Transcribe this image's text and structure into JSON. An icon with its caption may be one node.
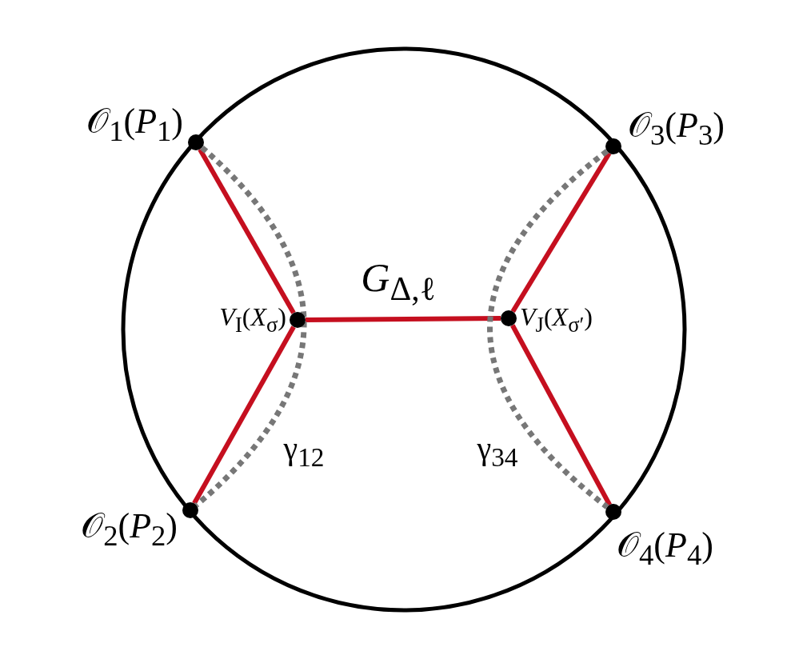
{
  "diagram": {
    "nodes": [
      {
        "text": [
          "𝒪$_{1}$(*P*$_{1}$)"
        ]
      },
      {
        "text": [
          "𝒪$_{2}$(*P*$_{2}$)"
        ]
      },
      {
        "text": [
          "*V*$_{I}$(*X*$_{σ}$)"
        ]
      },
      {
        "text": [
          "*V*$_{J}$(*X*$_{σ′}$)"
        ]
      },
      {
        "text": [
          "𝒪$_{3}$(*P*$_{3}$)"
        ]
      },
      {
        "text": [
          "𝒪$_{4}$(*P*$_{4}$)"
        ]
      }
    ],
    "edges": [
      {
        "from": 0,
        "to": 2,
        "arrow": "none"
      },
      {
        "from": 1,
        "to": 2,
        "arrow": "none"
      },
      {
        "from": 2,
        "to": 3,
        "arrow": "none",
        "label": "*G*$_{Δ,ℓ}$"
      },
      {
        "from": 3,
        "to": 4,
        "arrow": "none"
      },
      {
        "from": 3,
        "to": 5,
        "arrow": "none"
      },
      {
        "from": 0,
        "to": 1,
        "arrow": "none",
        "style": "dashed",
        "color": "#777777",
        "label": "γ$_{12}$"
      },
      {
        "from": 4,
        "to": 5,
        "arrow": "none",
        "style": "dashed",
        "color": "#777777",
        "label": "γ$_{34}$"
      }
    ]
  }
}
